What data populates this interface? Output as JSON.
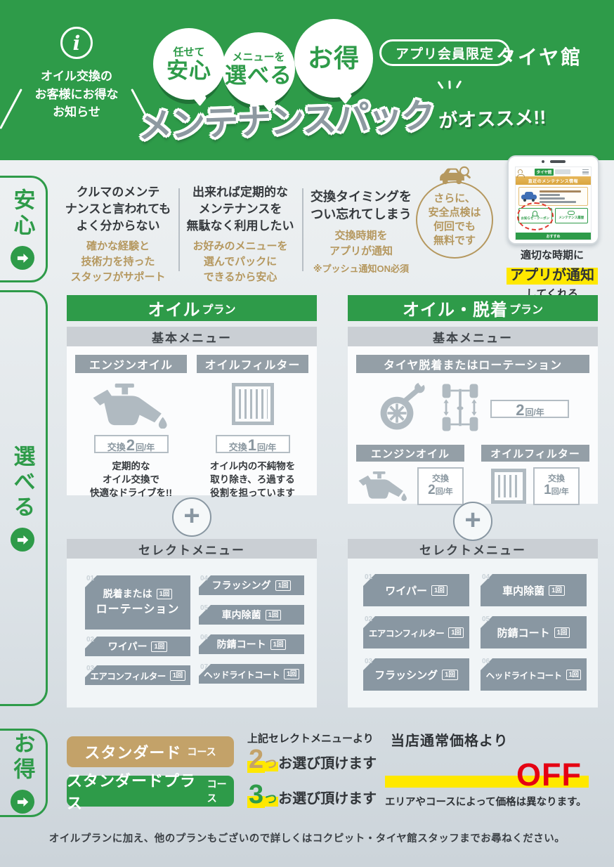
{
  "colors": {
    "green": "#2e9b49",
    "gold": "#b5985f",
    "tan_button": "#c3a269",
    "chip_gray": "#8997a2",
    "highlight_yellow": "#ffe800",
    "off_red": "#e50012"
  },
  "header": {
    "notice": "オイル交換の\nお客様にお得な\nお知らせ",
    "info_glyph": "i",
    "bubbles": [
      {
        "top": "任せて",
        "main": "安心"
      },
      {
        "top": "メニューを",
        "main": "選べる"
      },
      {
        "top": "",
        "main": "お得"
      }
    ],
    "member_pill": "アプリ会員限定",
    "logo": "タイヤ館",
    "title_main": "メンテナンスパック",
    "title_suffix": "がオススメ!!"
  },
  "tabs": [
    {
      "label": "安心"
    },
    {
      "label": "選べる"
    },
    {
      "label": "お得"
    }
  ],
  "intro": {
    "columns": [
      {
        "head": "クルマのメンテ\nナンスと言われても\nよく分からない",
        "sub": "確かな経験と\n技術力を持った\nスタッフがサポート"
      },
      {
        "head": "出来れば定期的な\nメンテナンスを\n無駄なく利用したい",
        "sub": "お好みのメニューを\n選んでパックに\nできるから安心"
      },
      {
        "head": "交換タイミングを\nつい忘れてしまう",
        "sub": "交換時期を\nアプリが通知",
        "note": "※プッシュ通知ON必須"
      }
    ],
    "safety_circle": "さらに、\n安全点検は\n何回でも\n無料です"
  },
  "phone": {
    "screen": {
      "brand": "タイヤ館",
      "banner": "直近のメンテナンス情報",
      "btn1": "お知らせ・クーポン",
      "btn2": "メンテナンス履歴",
      "footer": "おすすめ"
    },
    "caption": [
      "適切な時期に",
      "アプリが通知",
      "してくれる"
    ]
  },
  "plans": {
    "left": {
      "title_main": "オイル",
      "title_suffix": "プラン",
      "basic_label": "基本メニュー",
      "items": [
        {
          "badge": "エンジンオイル",
          "icon": "oil-can-icon",
          "freq_prefix": "交換",
          "freq_num": "2",
          "freq_unit": "回/年",
          "desc": "定期的な\nオイル交換で\n快適なドライブを!!"
        },
        {
          "badge": "オイルフィルター",
          "icon": "oil-filter-icon",
          "freq_prefix": "交換",
          "freq_num": "1",
          "freq_unit": "回/年",
          "desc": "オイル内の不純物を\n取り除き、ろ過する\n役割を担っています"
        }
      ],
      "plus": "＋",
      "select_label": "セレクトメニュー",
      "select_items": [
        {
          "no": "01",
          "label": "脱着または",
          "label2": "ローテーション",
          "count": "1回"
        },
        {
          "no": "02",
          "label": "ワイパー",
          "count": "1回"
        },
        {
          "no": "03",
          "label": "エアコンフィルター",
          "count": "1回"
        },
        {
          "no": "04",
          "label": "フラッシング",
          "count": "1回"
        },
        {
          "no": "05",
          "label": "車内除菌",
          "count": "1回"
        },
        {
          "no": "06",
          "label": "防錆コート",
          "count": "1回"
        },
        {
          "no": "07",
          "label": "ヘッドライトコート",
          "count": "1回"
        }
      ]
    },
    "right": {
      "title_main": "オイル・脱着",
      "title_suffix": "プラン",
      "basic_label": "基本メニュー",
      "wide_badge": "タイヤ脱着またはローテーション",
      "wide_freq_num": "2",
      "wide_freq_unit": "回/年",
      "items": [
        {
          "badge": "エンジンオイル",
          "icon": "oil-can-icon",
          "freq_prefix": "交換",
          "freq_num": "2",
          "freq_unit": "回/年"
        },
        {
          "badge": "オイルフィルター",
          "icon": "oil-filter-icon",
          "freq_prefix": "交換",
          "freq_num": "1",
          "freq_unit": "回/年"
        }
      ],
      "plus": "＋",
      "select_label": "セレクトメニュー",
      "select_items": [
        {
          "no": "01",
          "label": "ワイパー",
          "count": "1回"
        },
        {
          "no": "02",
          "label": "エアコンフィルター",
          "count": "1回"
        },
        {
          "no": "03",
          "label": "フラッシング",
          "count": "1回"
        },
        {
          "no": "04",
          "label": "車内除菌",
          "count": "1回"
        },
        {
          "no": "05",
          "label": "防錆コート",
          "count": "1回"
        },
        {
          "no": "06",
          "label": "ヘッドライトコート",
          "count": "1回"
        }
      ]
    }
  },
  "deal": {
    "pick_note": "上記セレクトメニューより",
    "courses": [
      {
        "name": "スタンダード",
        "suffix": "コース",
        "count": "2",
        "tsu": "つ",
        "text": "お選び頂けます"
      },
      {
        "name": "スタンダードプラス",
        "suffix": "コース",
        "count": "3",
        "tsu": "つ",
        "text": "お選び頂けます"
      }
    ],
    "price_label": "当店通常価格より",
    "off_label": "OFF",
    "price_note": "エリアやコースによって価格は異なります。"
  },
  "footer": {
    "note": "オイルプランに加え、他のプランもございので詳しくはコクピット・タイヤ館スタッフまでお尋ねください。"
  }
}
